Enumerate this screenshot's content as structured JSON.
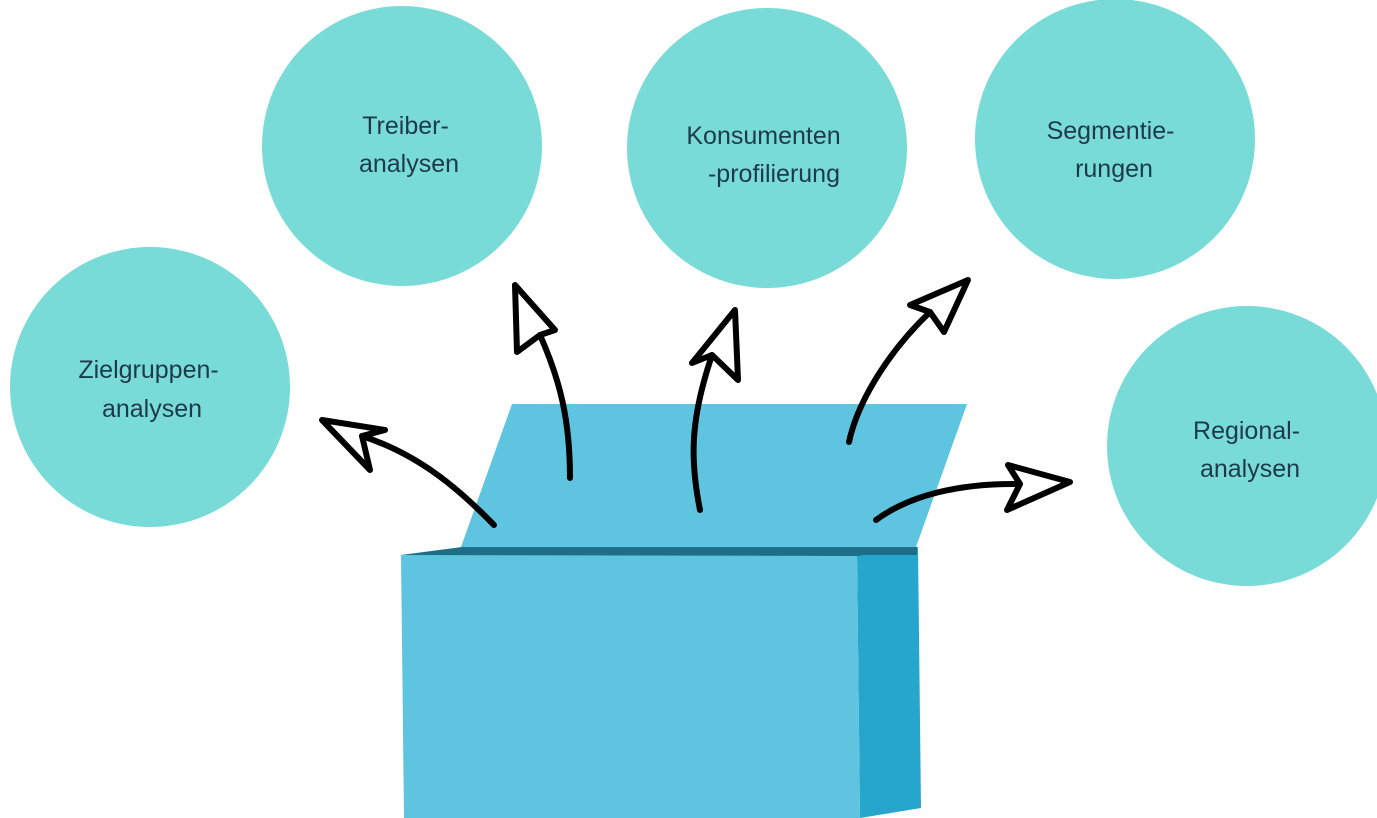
{
  "colors": {
    "circle_fill": "#79dbd8",
    "box_front": "#5fc4e0",
    "box_side": "#27a6cd",
    "box_lid": "#5fc4e0",
    "box_edge": "#1d6f87",
    "arrow_stroke": "#000000",
    "label_text": "#1e3a4a"
  },
  "circles": [
    {
      "id": "treiber",
      "lines": [
        "Treiber-",
        "analysen"
      ]
    },
    {
      "id": "konsumenten",
      "lines": [
        "Konsumenten",
        "-profilierung"
      ]
    },
    {
      "id": "segmentierungen",
      "lines": [
        "Segmentie-",
        "rungen"
      ]
    },
    {
      "id": "zielgruppen",
      "lines": [
        "Zielgruppen-",
        "analysen"
      ]
    },
    {
      "id": "regional",
      "lines": [
        "Regional-",
        "analysen"
      ]
    }
  ],
  "arrows": [
    {
      "id": "to-zielgruppen",
      "icon": "curved-arrow-icon"
    },
    {
      "id": "to-treiber",
      "icon": "curved-arrow-icon"
    },
    {
      "id": "to-konsumenten",
      "icon": "curved-arrow-icon"
    },
    {
      "id": "to-segmentierungen",
      "icon": "curved-arrow-icon"
    },
    {
      "id": "to-regional",
      "icon": "curved-arrow-icon"
    }
  ],
  "box": {
    "icon": "open-box-icon"
  }
}
